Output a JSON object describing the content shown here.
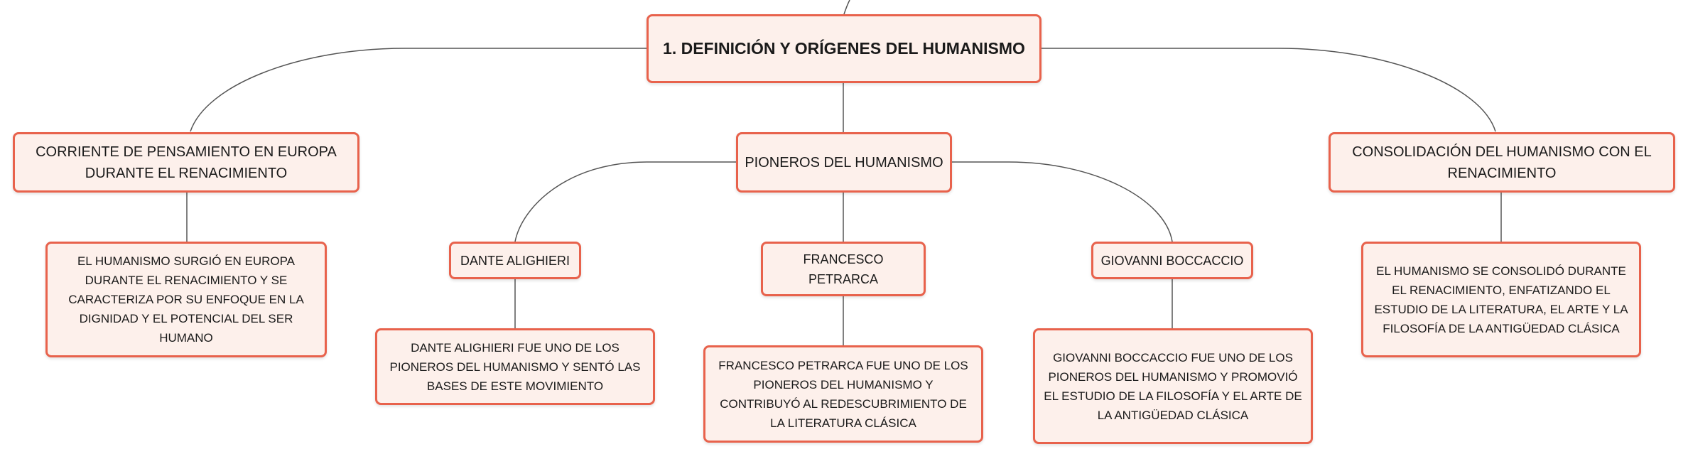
{
  "colors": {
    "border": "#e8624c",
    "fill": "#fdf0eb",
    "line": "#555555"
  },
  "root": {
    "label": "1. DEFINICIÓN Y ORÍGENES DEL HUMANISMO"
  },
  "branches": {
    "left": {
      "label": "CORRIENTE DE PENSAMIENTO EN EUROPA DURANTE EL RENACIMIENTO",
      "detail": "EL HUMANISMO SURGIÓ EN EUROPA DURANTE EL RENACIMIENTO Y SE CARACTERIZA POR SU ENFOQUE EN LA DIGNIDAD Y EL POTENCIAL DEL SER HUMANO"
    },
    "center": {
      "label": "PIONEROS DEL HUMANISMO",
      "pioneers": [
        {
          "name": "DANTE ALIGHIERI",
          "detail": "DANTE ALIGHIERI FUE UNO DE LOS PIONEROS DEL HUMANISMO Y SENTÓ LAS BASES DE ESTE MOVIMIENTO"
        },
        {
          "name": "FRANCESCO PETRARCA",
          "detail": "FRANCESCO PETRARCA FUE UNO DE LOS PIONEROS DEL HUMANISMO Y CONTRIBUYÓ AL REDESCUBRIMIENTO DE LA LITERATURA CLÁSICA"
        },
        {
          "name": "GIOVANNI BOCCACCIO",
          "detail": "GIOVANNI BOCCACCIO FUE UNO DE LOS PIONEROS DEL HUMANISMO Y PROMOVIÓ EL ESTUDIO DE LA FILOSOFÍA Y EL ARTE DE LA ANTIGÜEDAD CLÁSICA"
        }
      ]
    },
    "right": {
      "label": "CONSOLIDACIÓN DEL HUMANISMO CON EL RENACIMIENTO",
      "detail": "EL HUMANISMO SE CONSOLIDÓ DURANTE EL RENACIMIENTO, ENFATIZANDO EL ESTUDIO DE LA LITERATURA, EL ARTE Y LA FILOSOFÍA DE LA ANTIGÜEDAD CLÁSICA"
    }
  }
}
